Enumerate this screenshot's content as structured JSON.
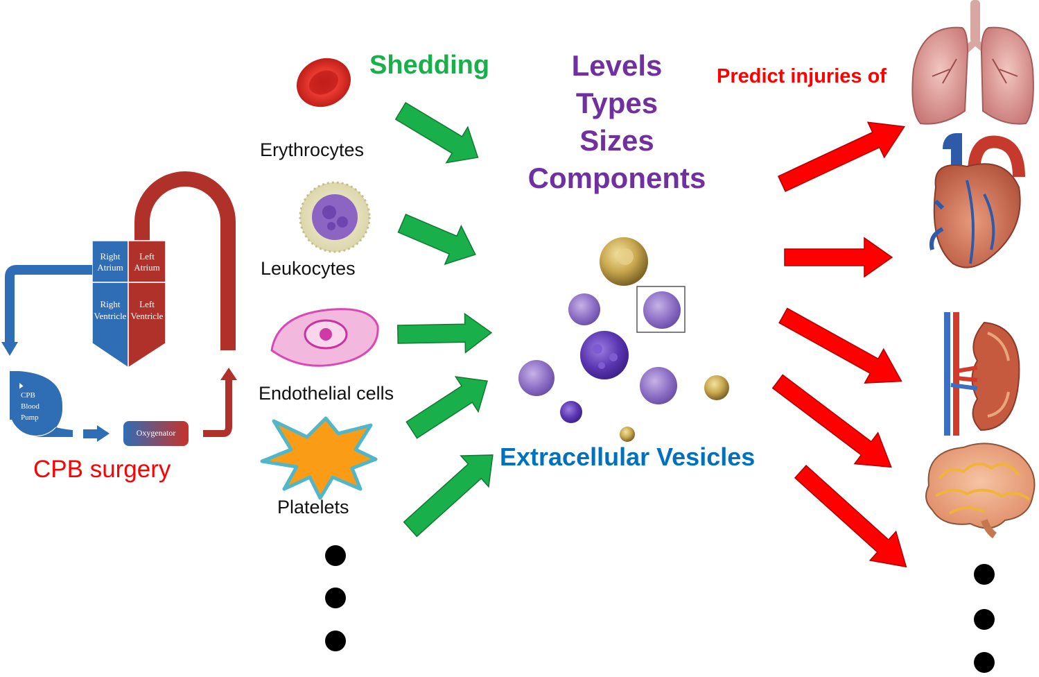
{
  "cpb": {
    "aorta": "Aorta",
    "right_atrium": [
      "Right",
      "Atrium"
    ],
    "left_atrium": [
      "Left",
      "Atrium"
    ],
    "right_ventricle": [
      "Right",
      "Ventricle"
    ],
    "left_ventricle": [
      "Left",
      "Ventricle"
    ],
    "pump": [
      "CPB",
      "Blood",
      "Pump"
    ],
    "oxygenator": "Oxygenator",
    "caption": "CPB surgery"
  },
  "cells": {
    "erythrocytes": "Erythrocytes",
    "leukocytes": "Leukocytes",
    "endothelial": "Endothelial cells",
    "platelets": "Platelets"
  },
  "shedding": "Shedding",
  "properties": [
    "Levels",
    "Types",
    "Sizes",
    "Components"
  ],
  "ev_label": "Extracellular Vesicles",
  "predict": "Predict injuries of",
  "colors": {
    "green": "#19b04b",
    "red": "#ff0000",
    "purple": "#7030a0",
    "blue": "#0070c0",
    "cpb_blue": "#2f6db5",
    "cpb_red": "#b0302a"
  },
  "organs": [
    "lungs-icon",
    "heart-icon",
    "kidney-icon",
    "brain-icon"
  ]
}
